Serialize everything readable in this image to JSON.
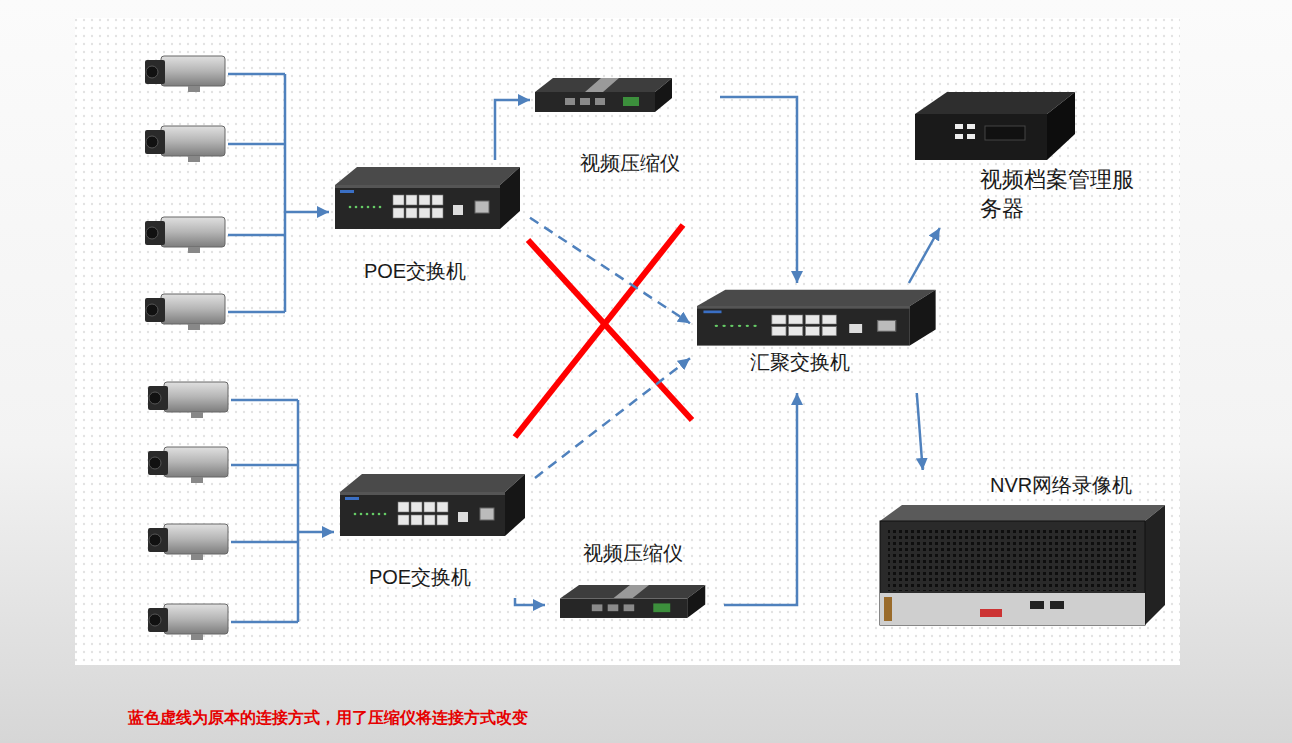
{
  "diagram": {
    "nodes": [
      {
        "text": [
          "POE交换机"
        ]
      },
      {
        "text": [
          "视频压缩仪"
        ]
      },
      {
        "text": [
          "汇聚交换机"
        ]
      },
      {
        "text": [
          "视频档案管理服务器"
        ]
      },
      {
        "text": [
          "NVR网络录像机"
        ]
      },
      {
        "text": [
          "POE交换机"
        ]
      },
      {
        "text": [
          "视频压缩仪"
        ]
      }
    ],
    "edges": [
      {
        "from": 0,
        "to": 1,
        "arrow": "to"
      },
      {
        "from": 1,
        "to": 2,
        "arrow": "to"
      },
      {
        "from": 0,
        "to": 2,
        "arrow": "to"
      },
      {
        "from": 5,
        "to": 2,
        "arrow": "to"
      },
      {
        "from": 5,
        "to": 6,
        "arrow": "to"
      },
      {
        "from": 6,
        "to": 2,
        "arrow": "to"
      },
      {
        "from": 2,
        "to": 3,
        "arrow": "to"
      },
      {
        "from": 2,
        "to": 4,
        "arrow": "to"
      }
    ],
    "labels": [
      "蓝色虚线为原本的连接方式，用了压缩仪将连接方式改变"
    ]
  }
}
